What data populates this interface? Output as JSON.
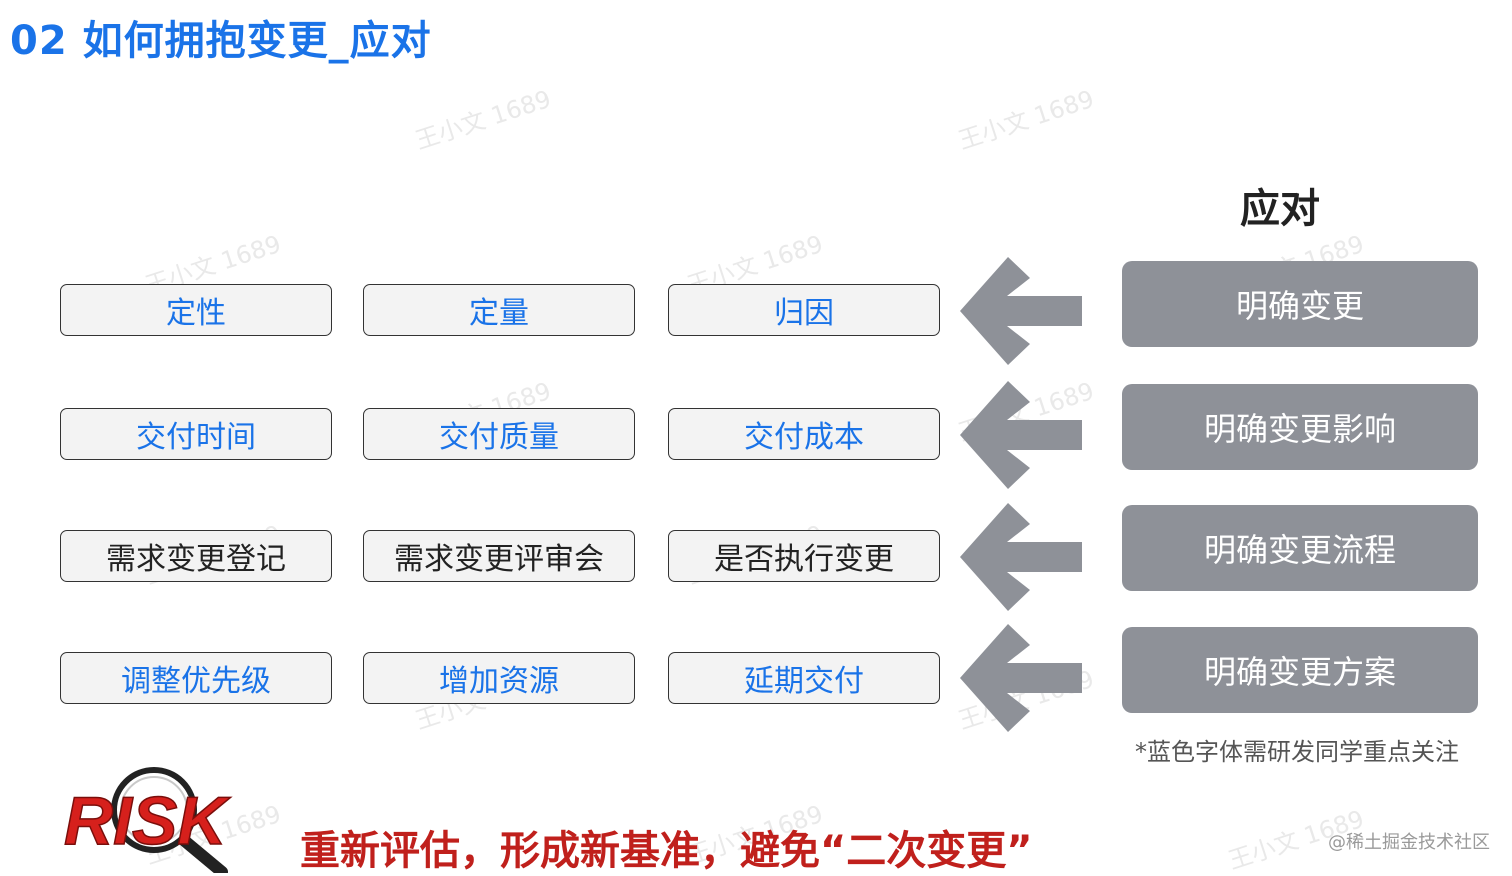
{
  "title": "02 如何拥抱变更_应对",
  "watermark_text": "王小文 1689",
  "response_header": "应对",
  "rows": [
    {
      "items": [
        {
          "label": "定性",
          "color": "blue"
        },
        {
          "label": "定量",
          "color": "blue"
        },
        {
          "label": "归因",
          "color": "blue"
        }
      ],
      "response": "明确变更"
    },
    {
      "items": [
        {
          "label": "交付时间",
          "color": "blue"
        },
        {
          "label": "交付质量",
          "color": "blue"
        },
        {
          "label": "交付成本",
          "color": "blue"
        }
      ],
      "response": "明确变更影响"
    },
    {
      "items": [
        {
          "label": "需求变更登记",
          "color": "dark"
        },
        {
          "label": "需求变更评审会",
          "color": "dark"
        },
        {
          "label": "是否执行变更",
          "color": "dark"
        }
      ],
      "response": "明确变更流程"
    },
    {
      "items": [
        {
          "label": "调整优先级",
          "color": "blue"
        },
        {
          "label": "增加资源",
          "color": "blue"
        },
        {
          "label": "延期交付",
          "color": "blue"
        }
      ],
      "response": "明确变更方案"
    }
  ],
  "note": "*蓝色字体需研发同学重点关注",
  "risk_logo": {
    "text": "RISK",
    "icon": "magnifier-icon"
  },
  "bottom_statement": "重新评估，形成新基准，避免“二次变更”",
  "credit": "@稀土掘金技术社区",
  "colors": {
    "title": "#1a73e8",
    "blue_text": "#1a73e8",
    "dark_text": "#222222",
    "response_bg": "#8e9198",
    "arrow": "#8e9198",
    "statement": "#c0201c"
  }
}
